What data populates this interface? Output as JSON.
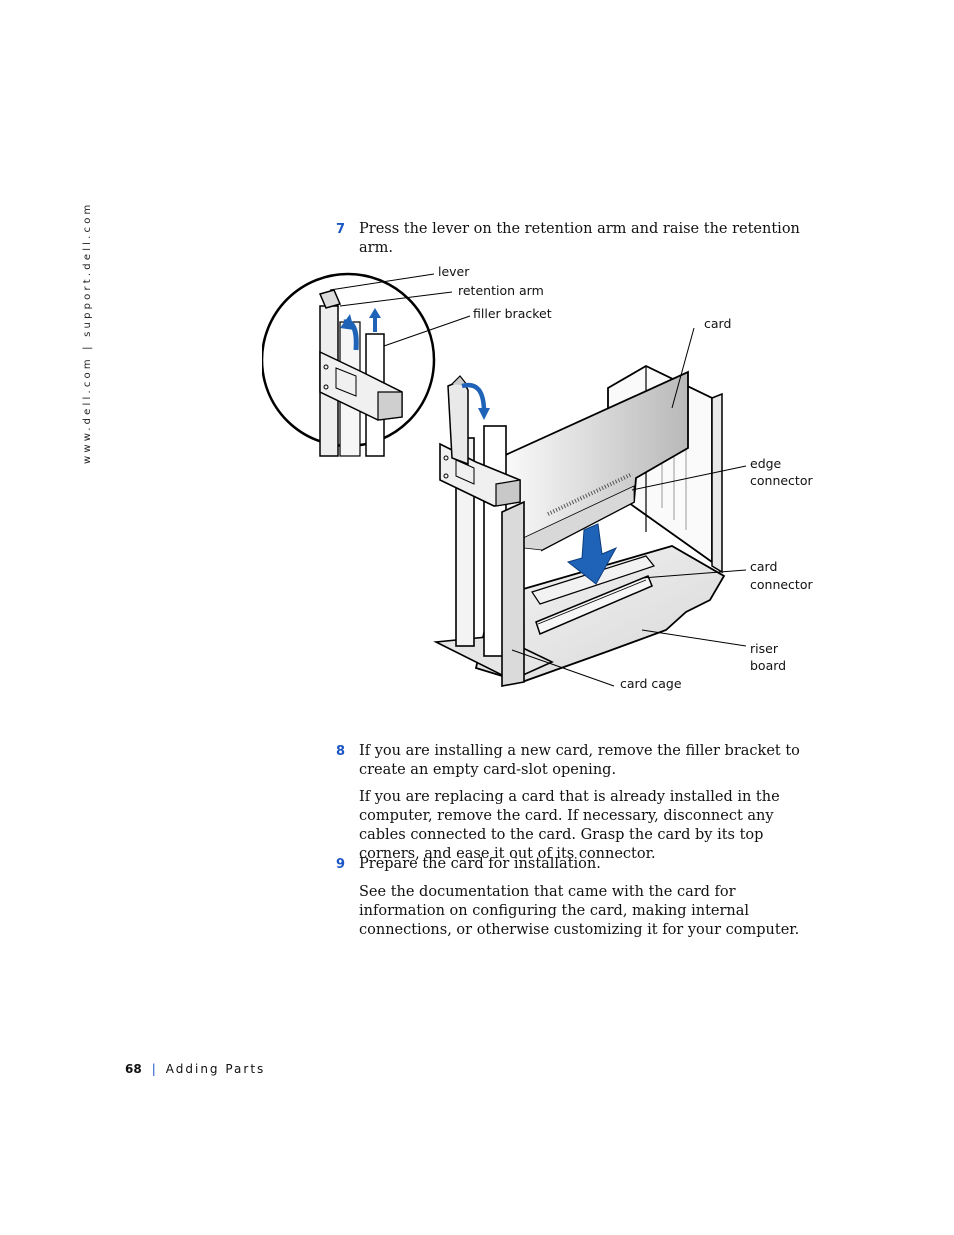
{
  "side_url": "www.dell.com | support.dell.com",
  "step7": {
    "number": "7",
    "text": "Press the lever on the retention arm and raise the retention arm."
  },
  "figure_labels": {
    "lever": "lever",
    "retention_arm": "retention arm",
    "filler_bracket": "filler bracket",
    "card": "card",
    "edge_connector_1": "edge",
    "edge_connector_2": "connector",
    "card_connector_1": "card",
    "card_connector_2": "connector",
    "riser_board_1": "riser",
    "riser_board_2": "board",
    "card_cage": "card cage"
  },
  "step8": {
    "number": "8",
    "text": "If you are installing a new card, remove the filler bracket to create an empty card-slot opening.",
    "para": "If you are replacing a card that is already installed in the computer, remove the card. If necessary, disconnect any cables connected to the card. Grasp the card by its top corners, and ease it out of its connector."
  },
  "step9": {
    "number": "9",
    "text": "Prepare the card for installation.",
    "para": "See the documentation that came with the card for information on configuring the card, making internal connections, or otherwise customizing it for your computer."
  },
  "footer": {
    "page": "68",
    "separator": "|",
    "section": "Adding Parts"
  },
  "colors": {
    "accent": "#1a56c4",
    "arrow": "#1f63b8"
  }
}
